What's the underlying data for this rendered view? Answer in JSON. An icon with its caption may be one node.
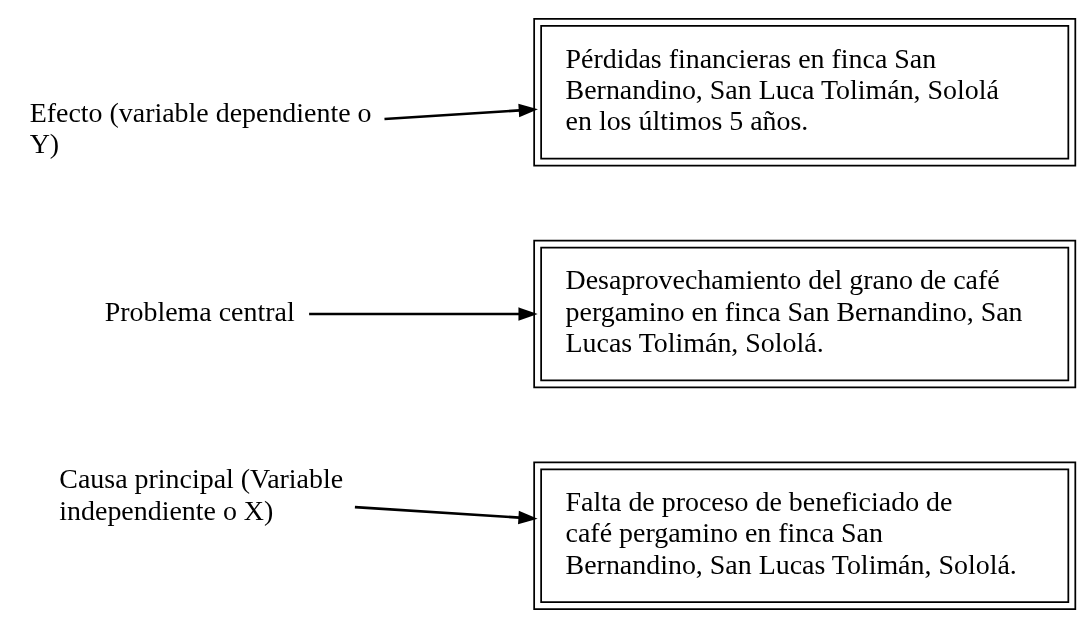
{
  "diagram": {
    "nodes": [
      {
        "text": [
          "Efecto (variable dependiente o Y)"
        ]
      },
      {
        "text": [
          "Pérdidas financieras en finca San Bernandino, San Luca Tolimán, Sololá en los últimos 5 años."
        ]
      },
      {
        "text": [
          "Problema central"
        ]
      },
      {
        "text": [
          "Desaprovechamiento del grano de café pergamino en finca San Bernandino, San Lucas Tolimán, Sololá."
        ]
      },
      {
        "text": [
          "Causa principal (Variable independiente o X)"
        ]
      },
      {
        "text": [
          "Falta de proceso de beneficiado de café pergamino en finca San Bernandino, San Lucas Tolimán, Sololá."
        ]
      }
    ],
    "edges": [
      {
        "from": 0,
        "to": 1,
        "arrow": "to"
      },
      {
        "from": 2,
        "to": 3,
        "arrow": "to"
      },
      {
        "from": 4,
        "to": 5,
        "arrow": "to"
      }
    ]
  }
}
